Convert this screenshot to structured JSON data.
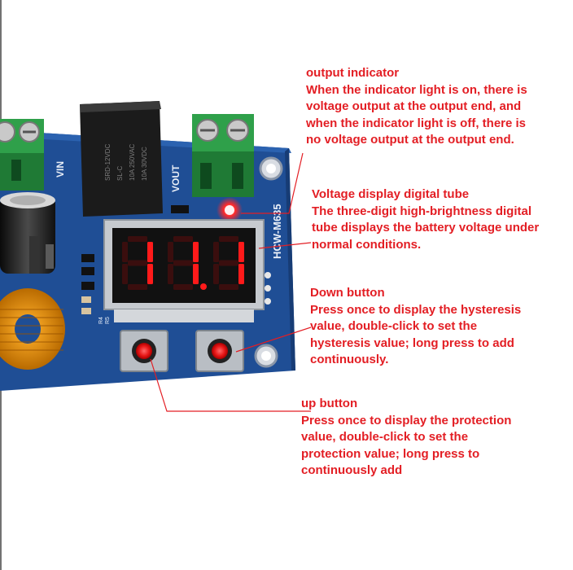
{
  "board": {
    "model": "HCW-M635",
    "vin_label": "VIN",
    "vout_label": "VOUT",
    "relay_text": [
      "SRD-12VDC",
      "SL-C",
      "10A 250VAC",
      "10A 30VDC"
    ],
    "display_digits": [
      "1",
      "1",
      "1"
    ],
    "display_decimal_after": 2,
    "resistor_labels": [
      "R4",
      "R5"
    ],
    "colors": {
      "pcb": "#1f4e95",
      "led_on": "#ff2a2a",
      "display_segment": "#ff1a1a",
      "annotation": "#e31e24"
    }
  },
  "annotations": {
    "output_indicator": {
      "title": "output indicator",
      "lines": [
        "When the indicator light is on, there is",
        "voltage output at the output end, and",
        "when the indicator light is off, there is",
        "no voltage output at the output end."
      ]
    },
    "display": {
      "title": "Voltage display digital tube",
      "lines": [
        "The three-digit high-brightness digital",
        "tube displays the battery voltage under",
        "normal conditions."
      ]
    },
    "down_button": {
      "title": "Down button",
      "lines": [
        "Press once to display the hysteresis",
        "value, double-click to set the",
        "hysteresis value; long press to add",
        "continuously."
      ]
    },
    "up_button": {
      "title": "up button",
      "lines": [
        "Press once to display the protection",
        "value, double-click to set the",
        "protection value; long press to",
        "continuously add"
      ]
    }
  }
}
